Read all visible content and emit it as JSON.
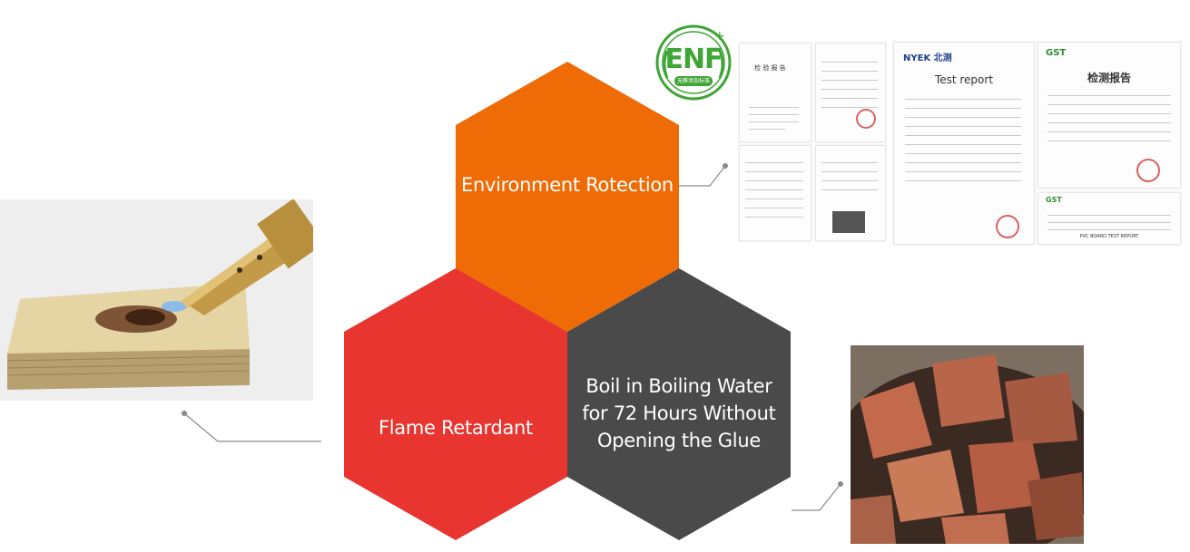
{
  "hexagons": [
    {
      "id": "environment",
      "label_lines": [
        "Environment Rotection"
      ],
      "color": "#ef6b06"
    },
    {
      "id": "flame",
      "label_lines": [
        "Flame Retardant"
      ],
      "color": "#e8352f"
    },
    {
      "id": "boil",
      "label_lines": [
        "Boil in Boiling Water",
        "for 72 Hours Without",
        "Opening the Glue"
      ],
      "color": "#4a4a4a"
    }
  ],
  "overlap_colors": {
    "orange_red": "#c4271d",
    "orange_gray": "#c85c08"
  },
  "badge": {
    "text": "ENF",
    "subtext": "无醛添加标准",
    "color": "#3fa535"
  },
  "certificates": {
    "test_report_title": "Test report",
    "brand": "NYEK 北测",
    "cn_report_title": "检测报告",
    "gst_logo": "GST",
    "pvc_report_caption": "PVC BOARD TEST REPORT",
    "cn_small_title": "检 验 报 告"
  },
  "colors": {
    "connector": "#8a8a8a",
    "board": "#e3d3a4",
    "torch": "#c9a351",
    "pot": "#3b2a22"
  }
}
